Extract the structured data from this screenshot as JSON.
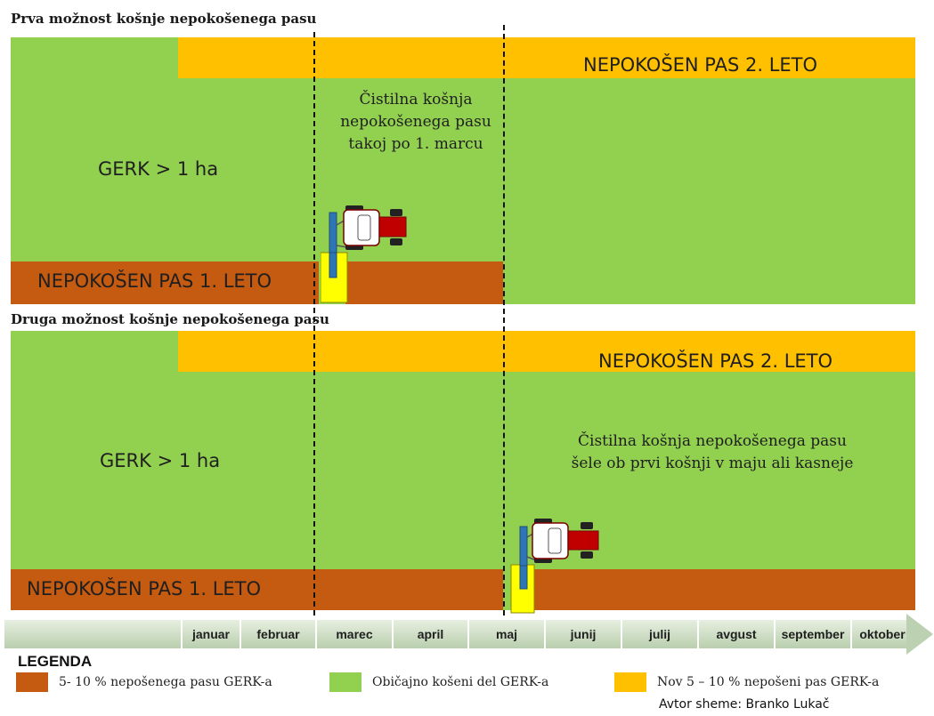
{
  "panel1": {
    "heading": "Prva možnost košnje nepokošenega pasu",
    "gerk_label": "GERK > 1 ha",
    "year2_label": "NEPOKOŠEN PAS 2. LETO",
    "year1_label": "NEPOKOŠEN PAS 1. LETO",
    "note_lines": [
      "Čistilna košnja",
      "nepokošenega pasu",
      "takoj po 1. marcu"
    ]
  },
  "panel2": {
    "heading": "Druga možnost košnje nepokošenega  pasu",
    "gerk_label": "GERK > 1 ha",
    "year2_label": "NEPOKOŠEN PAS 2. LETO",
    "year1_label": "NEPOKOŠEN PAS 1. LETO",
    "note_lines": [
      "Čistilna košnja nepokošenega pasu",
      "šele ob prvi košnji v maju ali kasneje"
    ]
  },
  "timeline": {
    "months": [
      "januar",
      "februar",
      "marec",
      "april",
      "maj",
      "junij",
      "julij",
      "avgust",
      "september",
      "oktober"
    ]
  },
  "legend": {
    "title": "LEGENDA",
    "items": [
      {
        "label": "5- 10 % nepošenega pasu GERK-a",
        "color": "#c55a11"
      },
      {
        "label": "Običajno košeni del GERK-a",
        "color": "#92d050"
      },
      {
        "label": "Nov 5 – 10 % nepošeni pas GERK-a",
        "color": "#ffc000"
      }
    ]
  },
  "author": "Avtor sheme: Branko Lukač",
  "colors": {
    "regular_mowed": "#92d050",
    "new_strip": "#ffc000",
    "old_strip": "#c55a11",
    "mower_blade": "#2e75b6",
    "mower_frame": "#ffff00",
    "tractor_body": "#c00000"
  },
  "icons": [
    "tractor-mower-icon"
  ]
}
